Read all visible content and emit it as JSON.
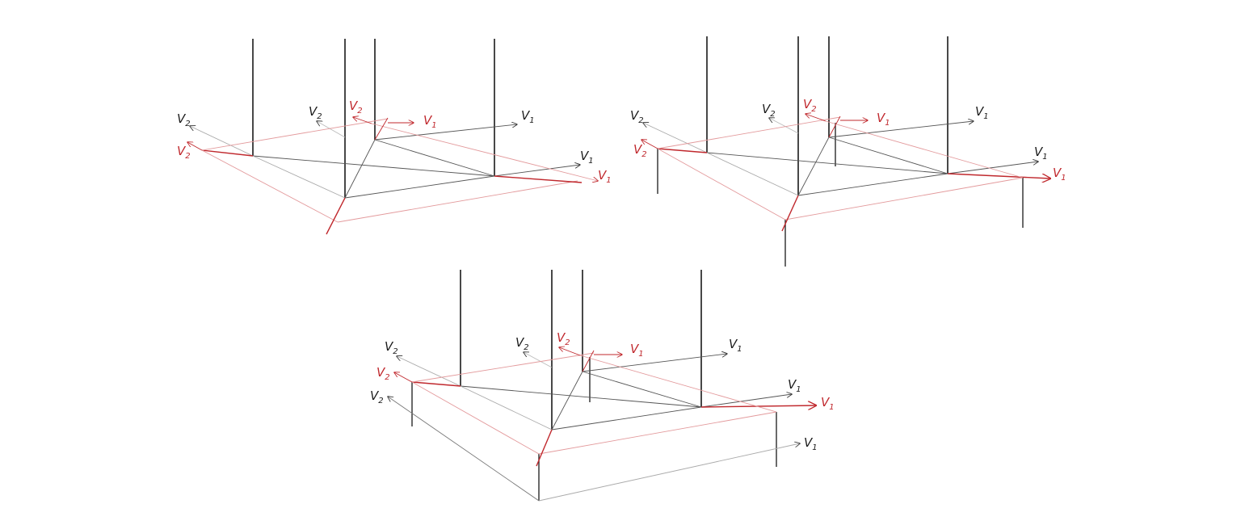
{
  "labels": {
    "v1": "V",
    "v2": "V",
    "sub1": "1",
    "sub2": "2"
  },
  "colors": {
    "ink": "#1a1a1a",
    "ink_light": "#8a8a8a",
    "accent": "#c0282d",
    "accent_light": "#e39a9c"
  }
}
